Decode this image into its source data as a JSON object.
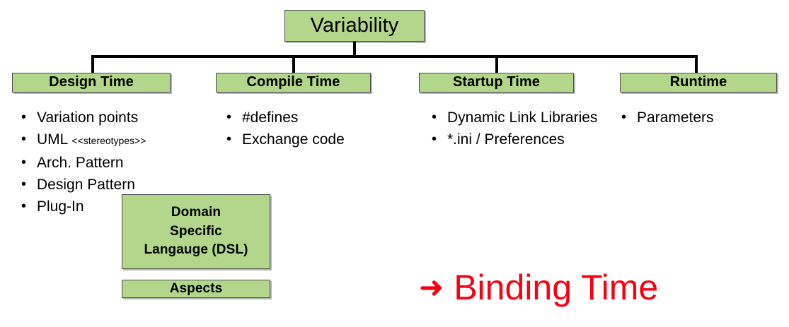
{
  "diagram": {
    "root": {
      "label": "Variability"
    },
    "columns": [
      {
        "header": "Design Time",
        "items": [
          {
            "text": "Variation points"
          },
          {
            "text": "UML ",
            "small": "<<stereotypes>>"
          },
          {
            "text": "Arch. Pattern"
          },
          {
            "text": "Design Pattern"
          },
          {
            "text": "Plug-In"
          }
        ]
      },
      {
        "header": "Compile Time",
        "items": [
          {
            "text": "#defines"
          },
          {
            "text": "Exchange code"
          }
        ]
      },
      {
        "header": "Startup Time",
        "items": [
          {
            "text": "Dynamic Link Libraries"
          },
          {
            "text": "*.ini / Preferences"
          }
        ]
      },
      {
        "header": "Runtime",
        "items": [
          {
            "text": "Parameters"
          }
        ]
      }
    ],
    "extra_boxes": [
      {
        "label": "Domain\nSpecific\nLangauge (DSL)"
      },
      {
        "label": "Aspects"
      }
    ],
    "callout": {
      "arrow": "➜",
      "label": "Binding Time"
    },
    "colors": {
      "box_fill": "#b2d78a",
      "box_border": "#4d4d4d",
      "connector": "#000000",
      "callout": "#fa0013",
      "text": "#000000",
      "background": "#ffffff"
    }
  }
}
